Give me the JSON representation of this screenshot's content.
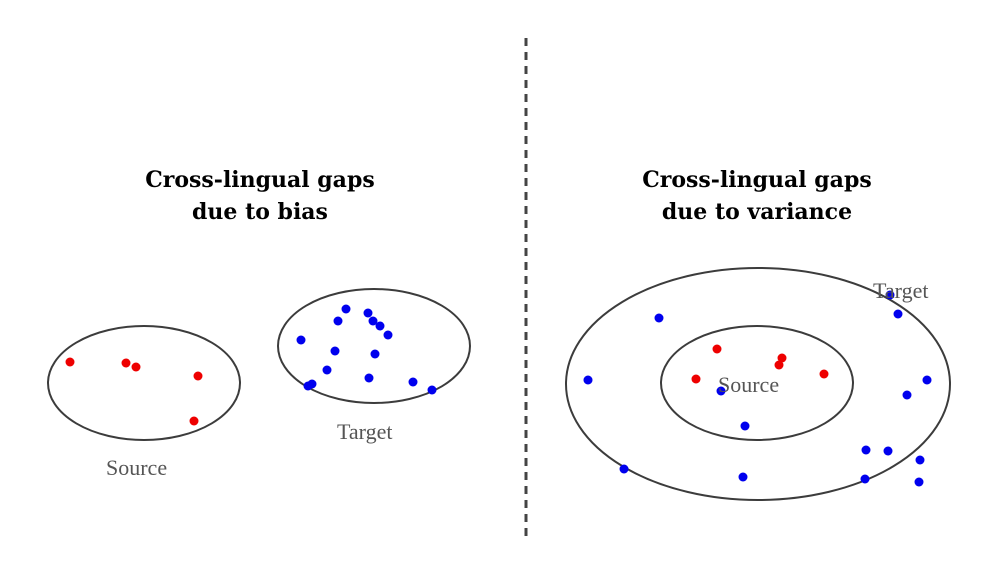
{
  "left_panel": {
    "title_line1": "Cross-lingual gaps",
    "title_line2": "due to bias",
    "source_label": "Source",
    "target_label": "Target"
  },
  "right_panel": {
    "title_line1": "Cross-lingual gaps",
    "title_line2": "due to variance",
    "source_label": "Source",
    "target_label": "Target"
  },
  "colors": {
    "source_points": "#ee0000",
    "target_points": "#0000ee",
    "ellipse_stroke": "#3c3c3c",
    "divider": "#444444"
  }
}
